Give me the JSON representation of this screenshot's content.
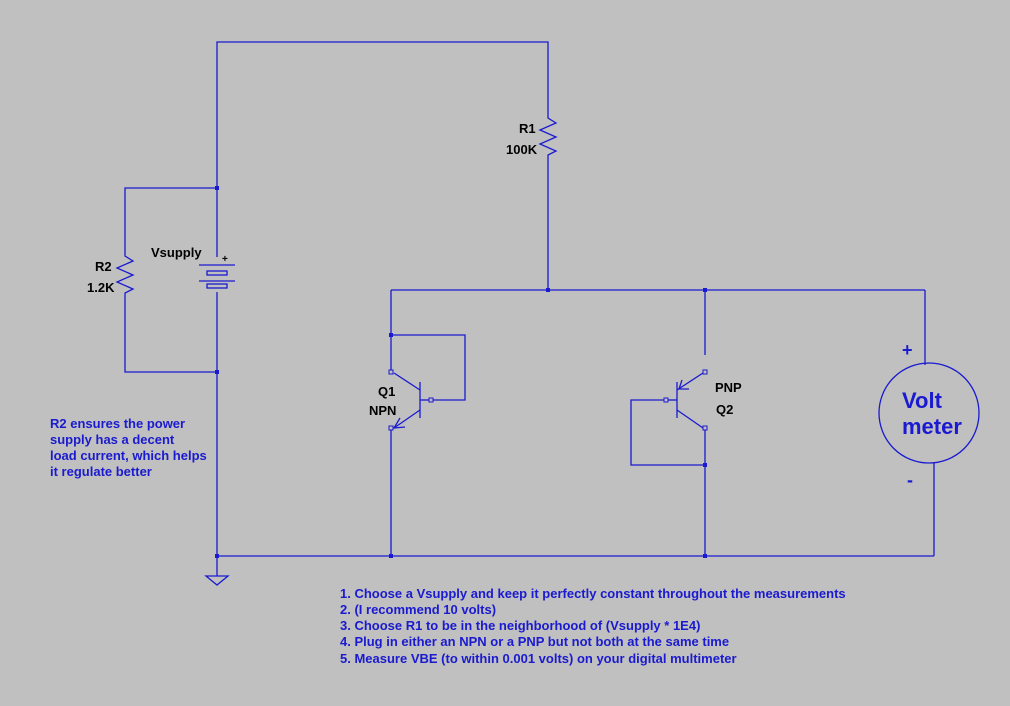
{
  "components": {
    "r1": {
      "name": "R1",
      "value": "100K"
    },
    "r2": {
      "name": "R2",
      "value": "1.2K"
    },
    "vsupply": {
      "name": "Vsupply",
      "polarity": "+"
    },
    "q1": {
      "name": "Q1",
      "type": "NPN"
    },
    "q2": {
      "name": "Q2",
      "type": "PNP"
    },
    "voltmeter": {
      "line1": "Volt",
      "line2": "meter",
      "plus": "+",
      "minus": "-"
    }
  },
  "side_note": [
    "R2 ensures the power",
    "supply has a decent",
    "load current, which helps",
    "it regulate better"
  ],
  "instructions": [
    "1. Choose a Vsupply and keep it perfectly constant throughout the measurements",
    "2. (I recommend 10 volts)",
    "3. Choose R1 to be in the neighborhood of  (Vsupply * 1E4)",
    "4. Plug in either an NPN or a PNP but not both at the same time",
    "5. Measure VBE (to within 0.001 volts) on your digital multimeter"
  ],
  "colors": {
    "background": "#c0c0c0",
    "wire": "#1a1ad0",
    "text_label": "#000000",
    "text_note": "#1a1ad0"
  }
}
